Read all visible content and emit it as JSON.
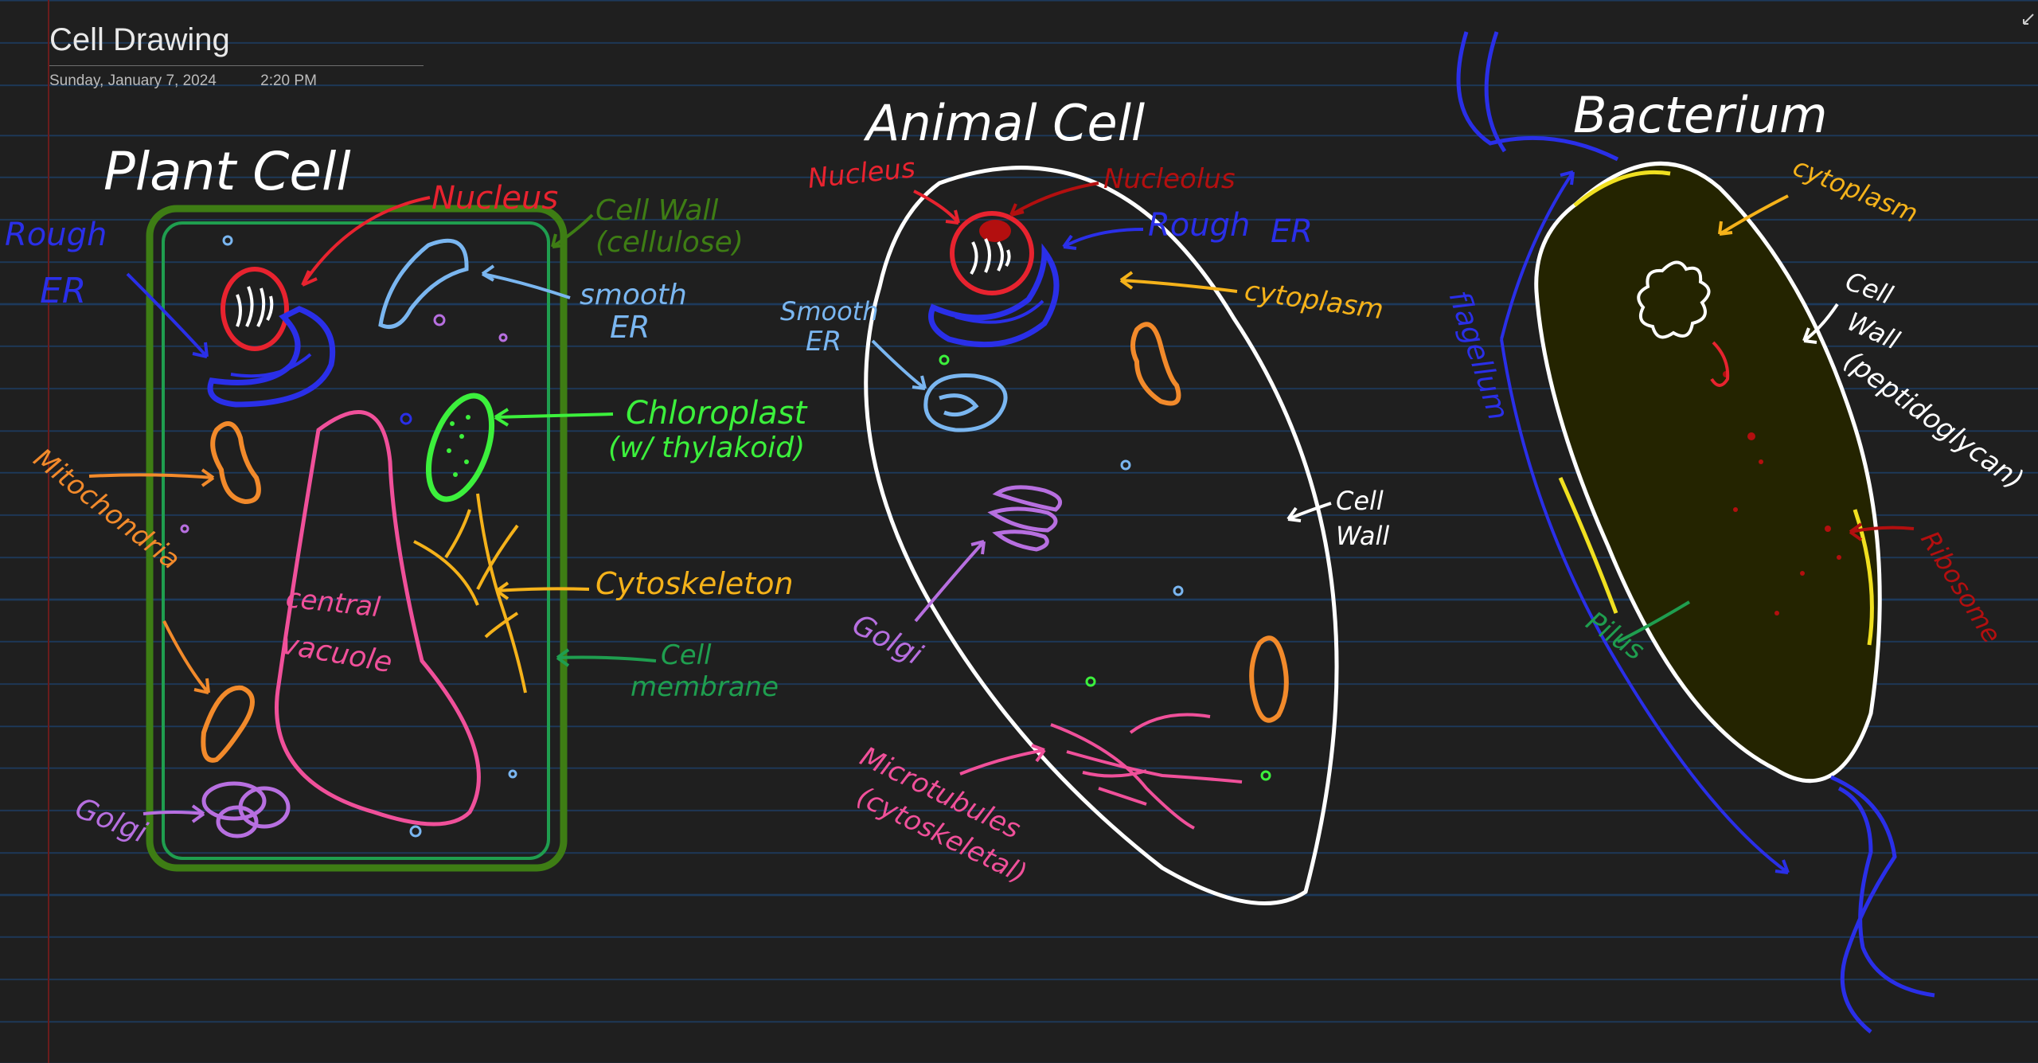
{
  "page": {
    "title": "Cell Drawing",
    "date": "Sunday, January 7, 2024",
    "time": "2:20 PM"
  },
  "colors": {
    "background": "#1f1f1f",
    "rule_lines": "#1d3a5c",
    "margin_line": "#6a1c1c",
    "white": "#ffffff",
    "red": "#e8232f",
    "dark_red": "#b30f0f",
    "blue": "#2a2fe8",
    "light_blue": "#7ab6f0",
    "green_dark": "#3e7d14",
    "green": "#1f9e4f",
    "bright_green": "#3cf03c",
    "orange": "#f28a2b",
    "yellow_orange": "#f5b21a",
    "pink": "#f0509a",
    "purple": "#b76fe0",
    "bacterium_fill": "#242400",
    "yellow": "#f0e020"
  },
  "icons": {
    "resize": "resize-diagonal-icon"
  },
  "plant_cell": {
    "title": "Plant Cell",
    "labels": {
      "nucleus": "Nucleus",
      "cell_wall_1": "Cell Wall",
      "cell_wall_2": "(cellulose)",
      "rough_er_1": "Rough",
      "rough_er_2": "ER",
      "smooth_er_1": "smooth",
      "smooth_er_2": "ER",
      "chloroplast_1": "Chloroplast",
      "chloroplast_2": "(w/ thylakoid)",
      "mitochondria": "Mitochondria",
      "cytoskeleton": "Cytoskeleton",
      "central_vacuole_1": "central",
      "central_vacuole_2": "vacuole",
      "cell_membrane_1": "Cell",
      "cell_membrane_2": "membrane",
      "golgi": "Golgi"
    }
  },
  "animal_cell": {
    "title": "Animal Cell",
    "labels": {
      "nucleus": "Nucleus",
      "nucleolus": "Nucleolus",
      "rough_er_1": "Rough",
      "rough_er_2": "ER",
      "smooth_er_1": "Smooth",
      "smooth_er_2": "ER",
      "cytoplasm": "cytoplasm",
      "cell_wall_1": "Cell",
      "cell_wall_2": "Wall",
      "golgi": "Golgi",
      "microtubules_1": "Microtubules",
      "microtubules_2": "(cytoskeletal)"
    }
  },
  "bacterium": {
    "title": "Bacterium",
    "labels": {
      "cytoplasm": "cytoplasm",
      "cell_wall_1": "Cell",
      "cell_wall_2": "Wall",
      "cell_wall_3": "(peptidoglycan)",
      "flagellum": "flagellum",
      "pilus": "Pilus",
      "ribosome": "Ribosome"
    }
  }
}
